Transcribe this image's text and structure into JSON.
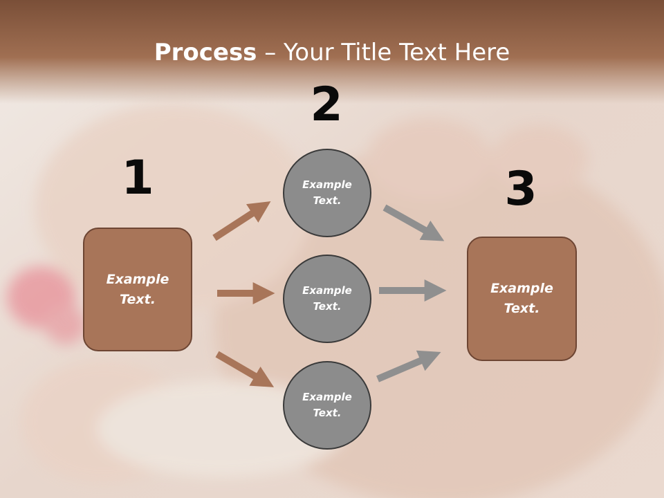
{
  "slide": {
    "title_bold": "Process",
    "title_rest": " – Your Title Text Here"
  },
  "steps": {
    "step1": {
      "number": "1",
      "line1": "Example",
      "line2": "Text."
    },
    "step2": {
      "number": "2"
    },
    "step3": {
      "number": "3",
      "line1": "Example",
      "line2": "Text."
    }
  },
  "circles": [
    {
      "line1": "Example",
      "line2": "Text."
    },
    {
      "line1": "Example",
      "line2": "Text."
    },
    {
      "line1": "Example",
      "line2": "Text."
    }
  ],
  "colors": {
    "box_fill": "#a87559",
    "box_border": "#6d4533",
    "circle_fill": "#8c8c8c",
    "circle_border": "#3a3a3a",
    "arrow_left": "#a87559",
    "arrow_right": "#8f8f8f",
    "header_band": "#8c5a3f"
  }
}
